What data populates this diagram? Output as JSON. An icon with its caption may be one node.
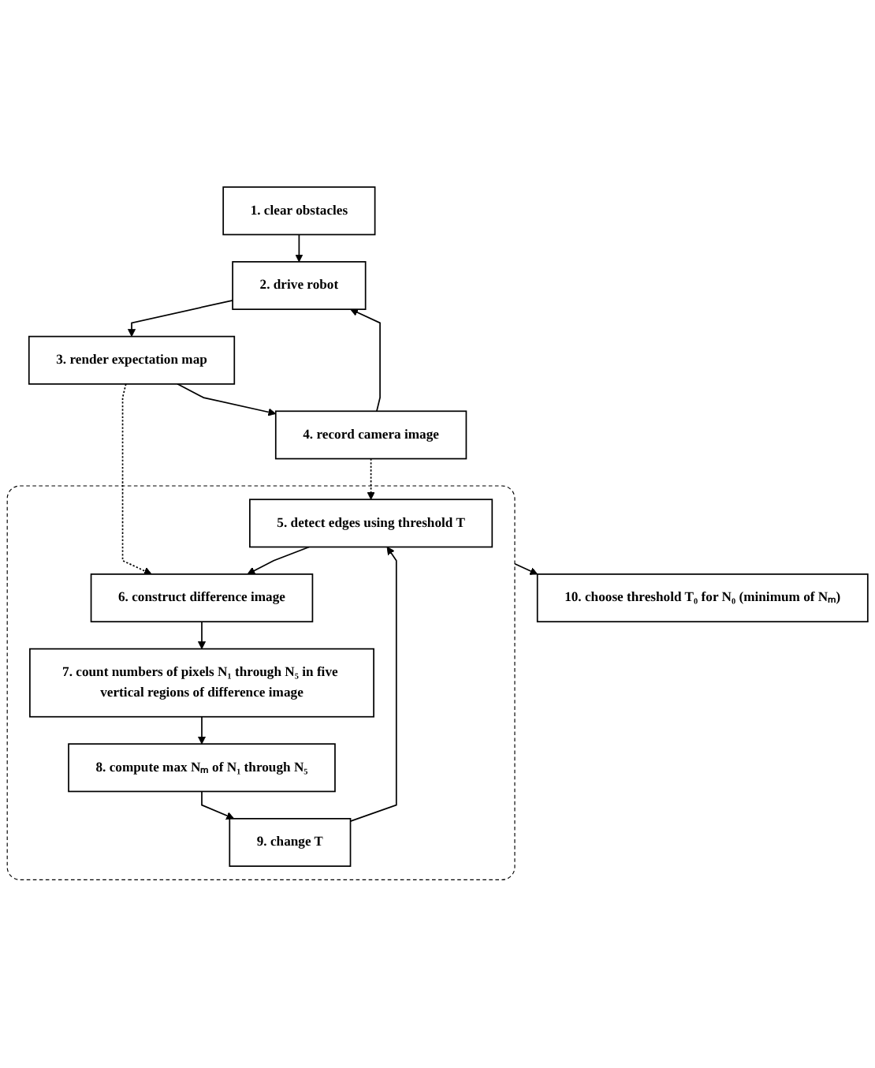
{
  "diagram": {
    "nodes": [
      {
        "text": [
          "1. clear obstacles"
        ]
      },
      {
        "text": [
          "2. drive robot"
        ]
      },
      {
        "text": [
          "3. render expectation map"
        ]
      },
      {
        "text": [
          "4. record camera image"
        ]
      },
      {
        "text": [],
        "shape": "box"
      },
      {
        "text": [
          "5. detect edges using threshold T"
        ],
        "in": 4
      },
      {
        "text": [
          "6. construct difference image"
        ],
        "in": 4
      },
      {
        "text": [
          "7. count numbers of pixels N₁ through N₅ in five vertical regions of difference image"
        ],
        "in": 4
      },
      {
        "text": [
          "8. compute max Nₘ of N₁ through N₅"
        ],
        "in": 4
      },
      {
        "text": [
          "9. change T"
        ],
        "in": 4
      },
      {
        "text": [
          "10. choose threshold T₀ for N₀ (minimum of Nₘ)"
        ]
      }
    ],
    "edges": [
      {
        "from": 0,
        "to": 1,
        "arrow": "to"
      },
      {
        "from": 1,
        "to": 2,
        "arrow": "to"
      },
      {
        "from": 2,
        "to": 3,
        "arrow": "to"
      },
      {
        "from": 3,
        "to": 1,
        "arrow": "to"
      },
      {
        "from": 3,
        "to": 5,
        "arrow": "to",
        "style": "dashed"
      },
      {
        "from": 2,
        "to": 6,
        "arrow": "to",
        "style": "dashed"
      },
      {
        "from": 5,
        "to": 6,
        "arrow": "to"
      },
      {
        "from": 6,
        "to": 7,
        "arrow": "to"
      },
      {
        "from": 7,
        "to": 8,
        "arrow": "to"
      },
      {
        "from": 8,
        "to": 9,
        "arrow": "to"
      },
      {
        "from": 9,
        "to": 5,
        "arrow": "to"
      },
      {
        "from": 4,
        "to": 10,
        "arrow": "to"
      }
    ]
  }
}
